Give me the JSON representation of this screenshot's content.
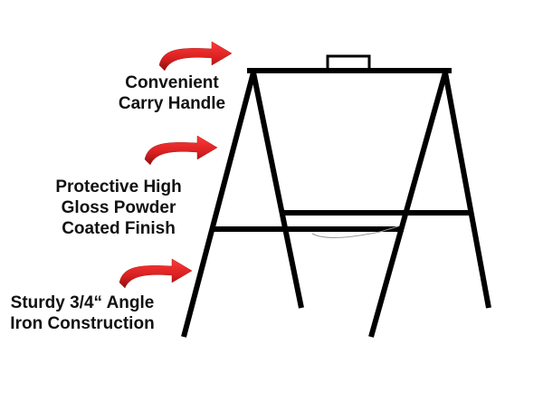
{
  "callouts": [
    {
      "id": "handle",
      "lines": [
        "Convenient",
        "Carry Handle"
      ]
    },
    {
      "id": "finish",
      "lines": [
        "Protective High",
        "Gloss Powder",
        "Coated Finish"
      ]
    },
    {
      "id": "angle",
      "lines": [
        "Sturdy 3/4“ Angle",
        "Iron Construction"
      ]
    }
  ],
  "colors": {
    "frame": "#000000",
    "arrow": "#d61f1f",
    "arrow_dark": "#8a1010",
    "text": "#111111",
    "background": "#ffffff"
  },
  "icons": [
    "red-arrow-icon",
    "a-frame-sign-icon"
  ]
}
